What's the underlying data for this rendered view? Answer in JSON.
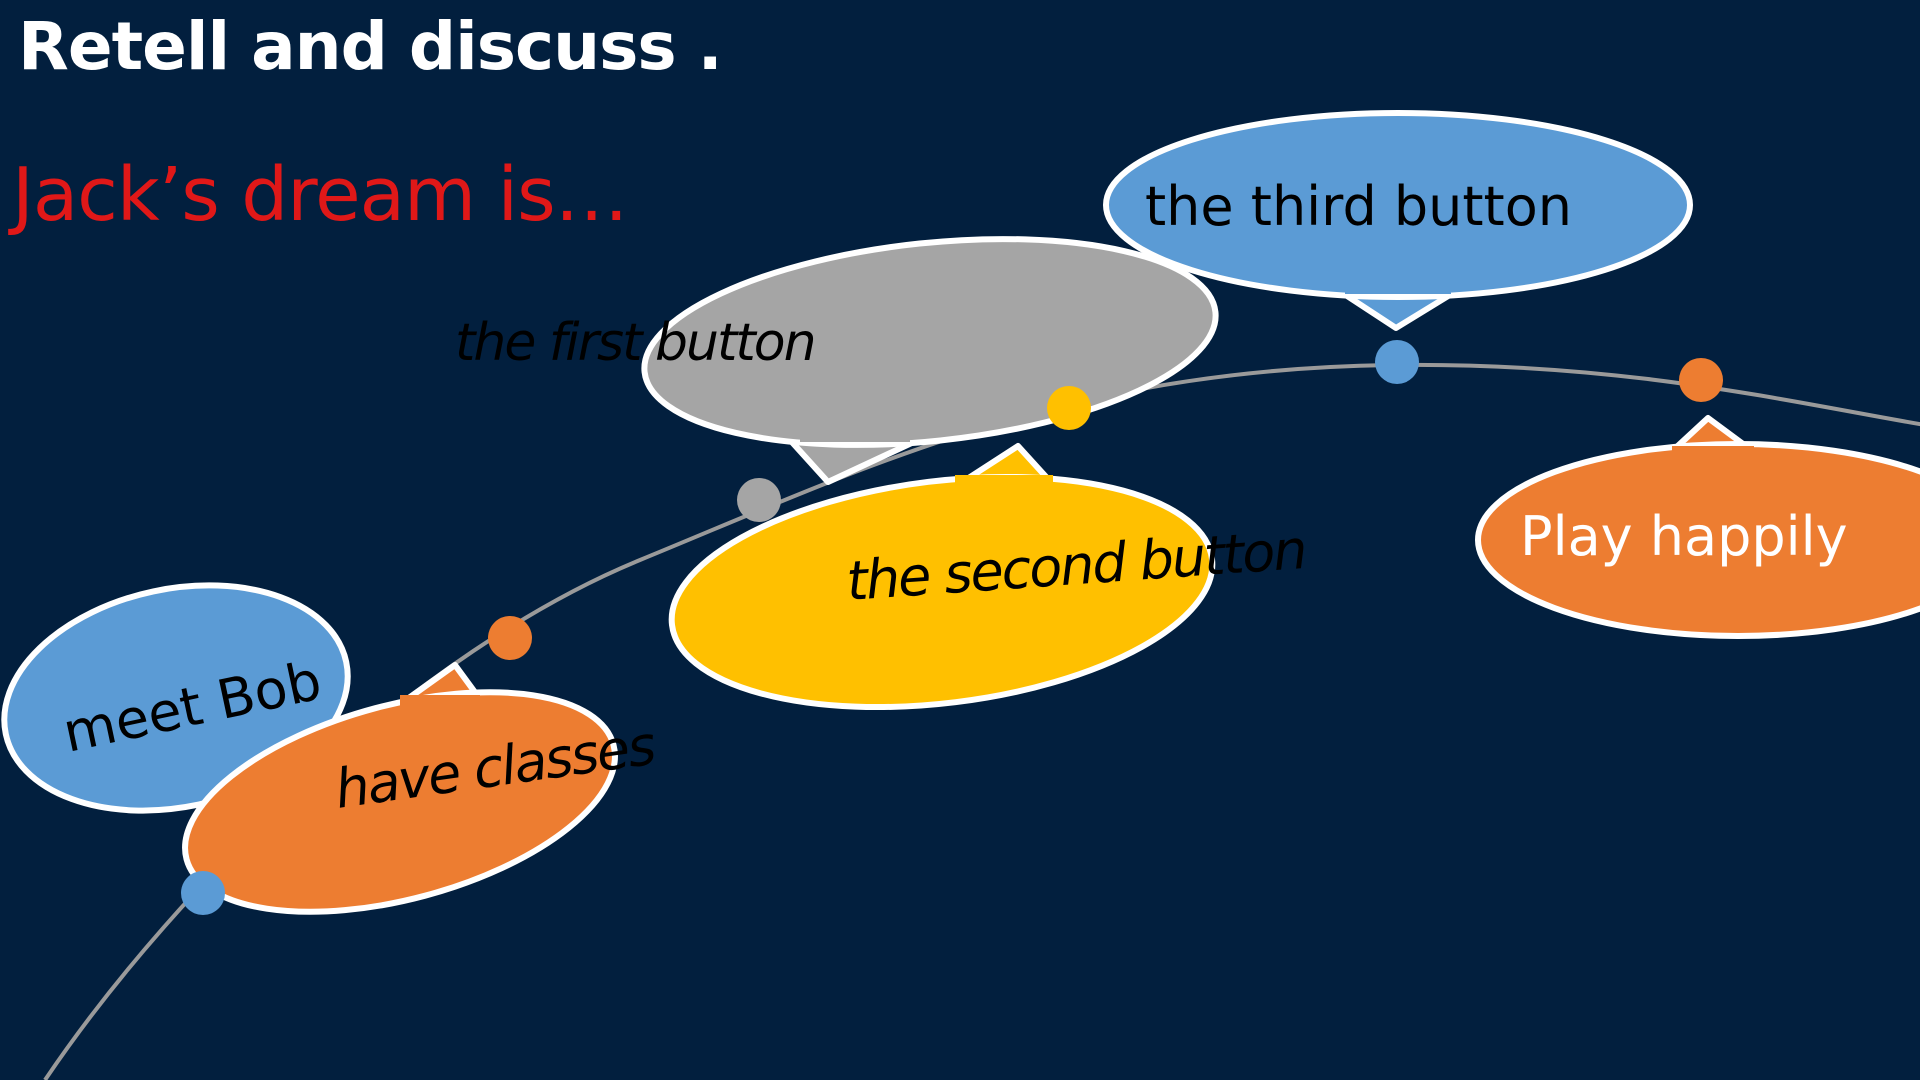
{
  "slide": {
    "title": "Retell and discuss .",
    "subtitle": "Jack’s  dream is…"
  },
  "colors": {
    "background": "#021f3e",
    "blue": "#5b9bd5",
    "orange": "#ed7d31",
    "gray": "#a5a5a5",
    "yellow": "#ffc000",
    "title": "#ffffff",
    "subtitle": "#e01818",
    "outline": "#ffffff",
    "path": "#9a9a9a"
  },
  "bubbles": [
    {
      "id": "meet-bob",
      "text": "meet Bob",
      "color": "blue"
    },
    {
      "id": "have-classes",
      "text": "have  classes",
      "color": "orange"
    },
    {
      "id": "first-button",
      "text": "the first button",
      "color": "gray"
    },
    {
      "id": "second-button",
      "text": "the second button",
      "color": "yellow"
    },
    {
      "id": "third-button",
      "text": "the third button",
      "color": "blue"
    },
    {
      "id": "play-happily",
      "text": "Play happily",
      "color": "orange"
    }
  ],
  "timeline_dots": [
    {
      "color": "blue"
    },
    {
      "color": "orange"
    },
    {
      "color": "gray"
    },
    {
      "color": "yellow"
    },
    {
      "color": "blue"
    },
    {
      "color": "orange"
    }
  ]
}
